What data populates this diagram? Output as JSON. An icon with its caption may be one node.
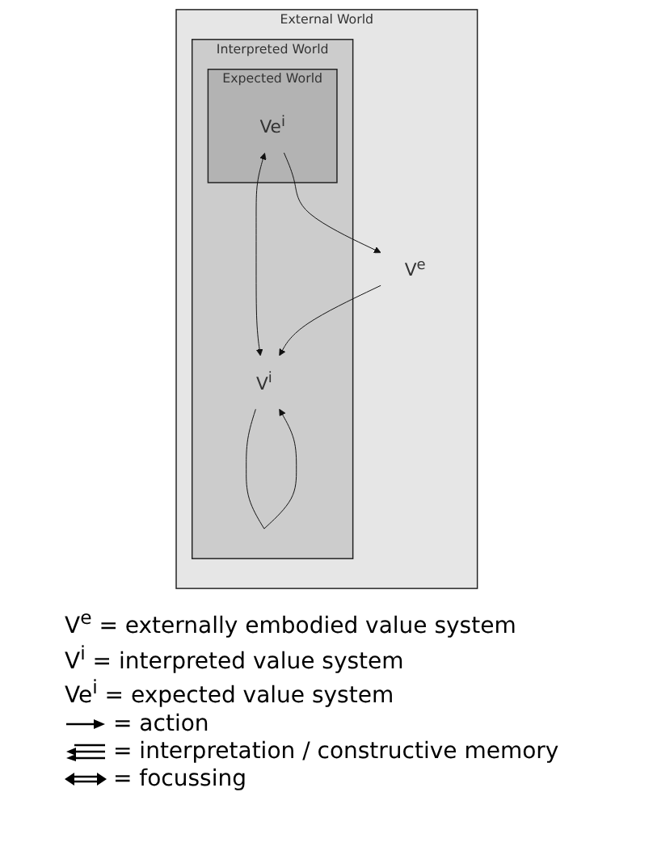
{
  "diagram": {
    "nodes": [
      {
        "text": [
          "External World"
        ]
      },
      {
        "text": [
          "Interpreted World"
        ],
        "in": 0
      },
      {
        "text": [
          "Expected World"
        ],
        "in": 1
      },
      {
        "text": [
          "Ve$^{i}$"
        ],
        "in": 2
      },
      {
        "text": [
          "V$^{i}$"
        ],
        "in": 1
      },
      {
        "text": [
          "V$^{e}$"
        ],
        "in": 0
      }
    ],
    "edges": [
      {
        "from": 3,
        "to": 4,
        "arrow": "both"
      },
      {
        "from": 4,
        "to": 4,
        "arrow": "to"
      },
      {
        "from": 5,
        "to": 4,
        "arrow": "to"
      },
      {
        "from": 3,
        "to": 5,
        "arrow": "to"
      }
    ],
    "legend": [
      {
        "text": "V$^{e}$ = externally embodied value system"
      },
      {
        "text": "V$^{i}$ = interpreted value system"
      },
      {
        "text": "Ve$^{i}$ = expected value system"
      },
      {
        "text": "= action"
      },
      {
        "text": "= interpretation / constructive memory"
      },
      {
        "text": "= focussing"
      }
    ]
  }
}
